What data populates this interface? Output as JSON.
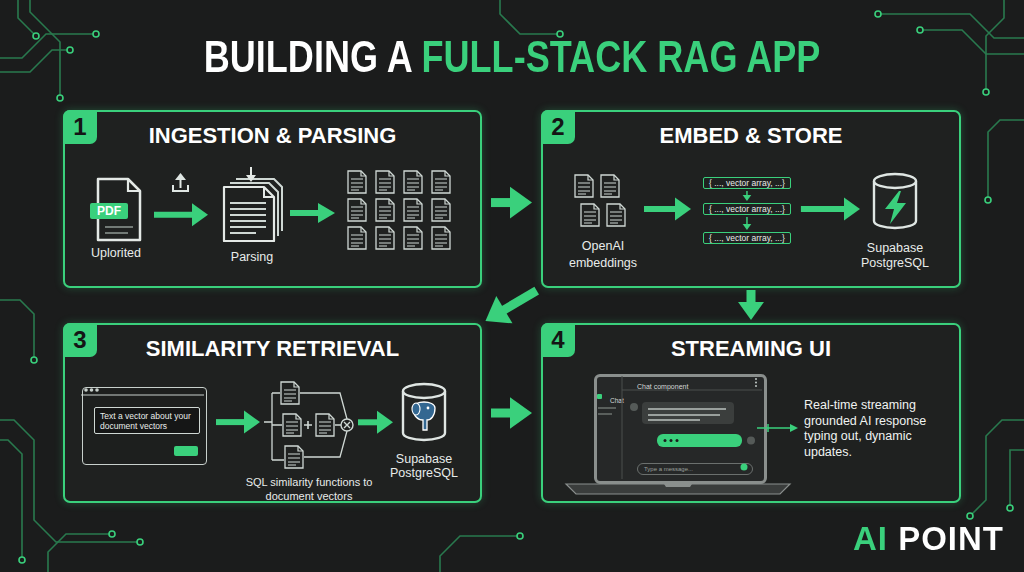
{
  "diagram": {
    "title": "BUILDING A FULL-STACK RAG APP",
    "nodes": [
      {
        "text": [
          "1",
          "INGESTION & PARSING"
        ]
      },
      {
        "text": [
          "PDF",
          "Uplorited"
        ],
        "in": 0
      },
      {
        "text": [
          "Parsing"
        ],
        "in": 0
      },
      {
        "text": [
          "2",
          "EMBED & STORE"
        ]
      },
      {
        "text": [
          "OpenAI embeddings"
        ],
        "in": 3
      },
      {
        "text": [
          "{ ..., vector array, ...}"
        ],
        "in": 3
      },
      {
        "text": [
          "{ ..., vector array, ...}"
        ],
        "in": 3
      },
      {
        "text": [
          "{ ..., vector array, ...}"
        ],
        "in": 3
      },
      {
        "text": [
          "Supabase PostgreSQL"
        ],
        "in": 3
      },
      {
        "text": [
          "3",
          "SIMILARITY RETRIEVAL"
        ]
      },
      {
        "text": [
          "Text a vector about your document vectors"
        ],
        "in": 9
      },
      {
        "text": [
          "SQL similarity functions to document vectors"
        ],
        "in": 9
      },
      {
        "text": [
          "Supabase PostgreSQL"
        ],
        "in": 9
      },
      {
        "text": [
          "4",
          "STREAMING UI"
        ]
      },
      {
        "text": [
          "Chat component",
          "Chat",
          "Type a message..."
        ],
        "in": 13
      }
    ],
    "edges": [
      {
        "from": 1,
        "to": 2,
        "arrow": "to"
      },
      {
        "from": 0,
        "to": 3,
        "arrow": "to"
      },
      {
        "from": 4,
        "to": 6,
        "arrow": "to"
      },
      {
        "from": 5,
        "to": 6,
        "arrow": "to"
      },
      {
        "from": 6,
        "to": 7,
        "arrow": "to"
      },
      {
        "from": 6,
        "to": 8,
        "arrow": "to"
      },
      {
        "from": 3,
        "to": 9,
        "arrow": "to"
      },
      {
        "from": 3,
        "to": 13,
        "arrow": "to"
      },
      {
        "from": 9,
        "to": 13,
        "arrow": "to"
      },
      {
        "from": 10,
        "to": 11,
        "arrow": "to"
      },
      {
        "from": 11,
        "to": 12,
        "arrow": "to"
      }
    ],
    "labels": [
      "Real-time streaming grounded AI response typing out, dynamic updates.",
      "AI POINT"
    ]
  }
}
